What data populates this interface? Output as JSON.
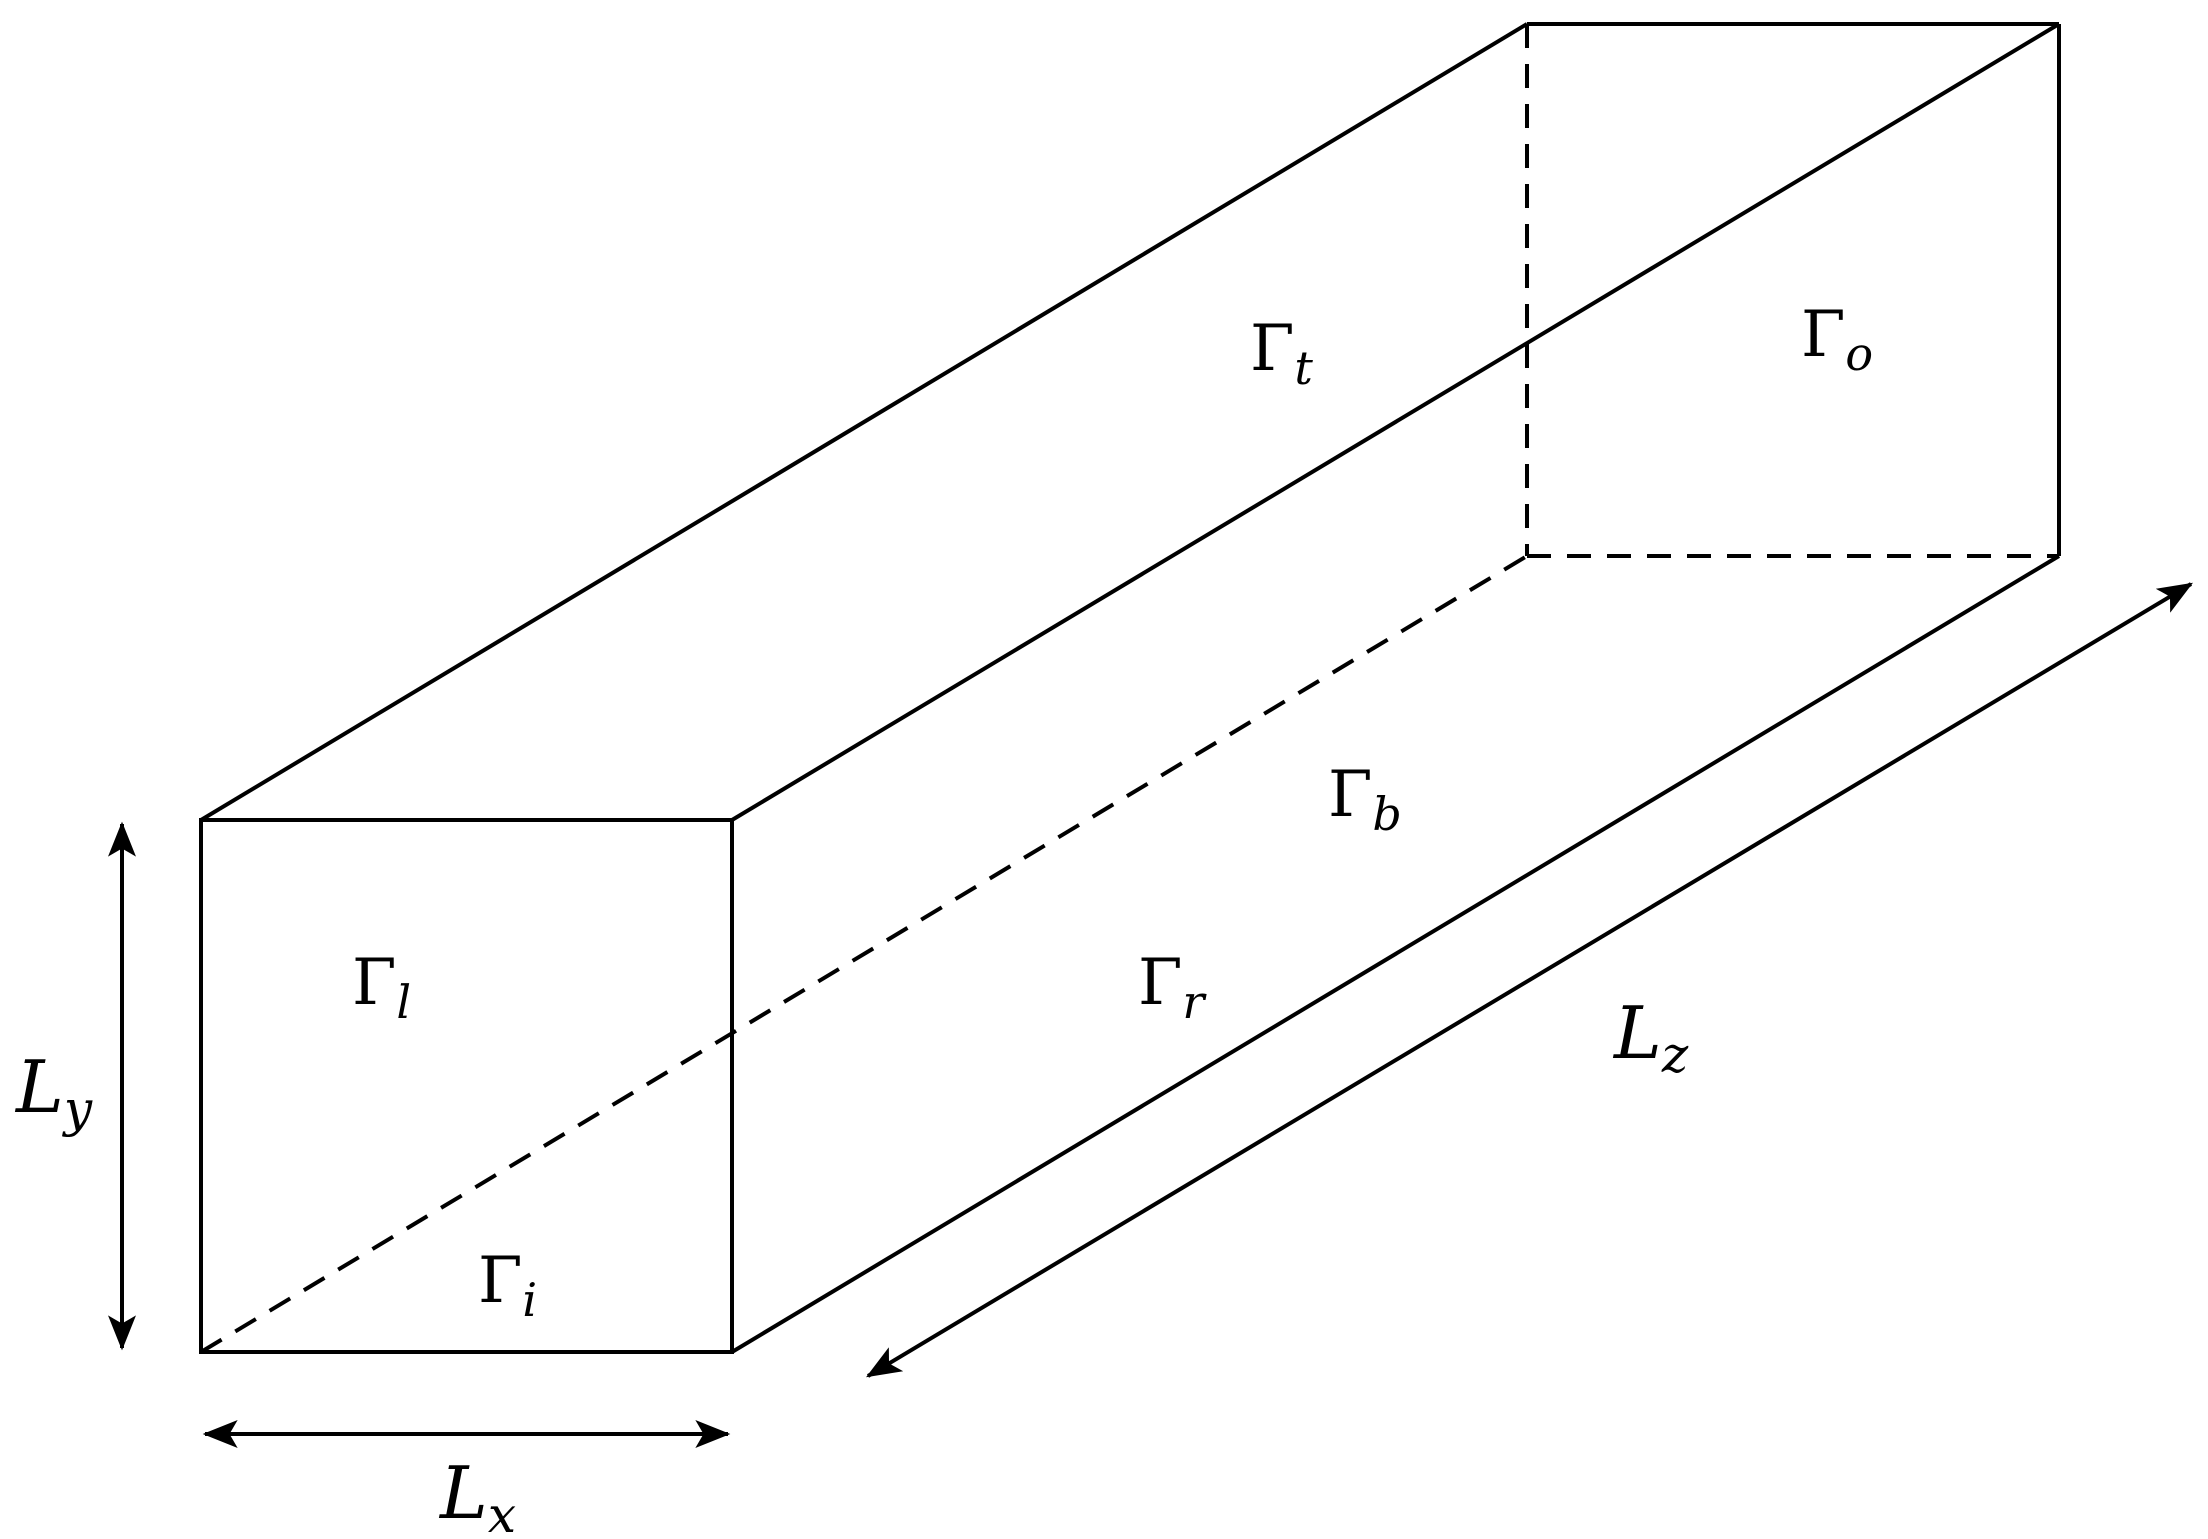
{
  "diagram": {
    "faces": [
      {
        "id": "left",
        "symbol": "Γ",
        "subscript": "l"
      },
      {
        "id": "inlet",
        "symbol": "Γ",
        "subscript": "i"
      },
      {
        "id": "top",
        "symbol": "Γ",
        "subscript": "t"
      },
      {
        "id": "outlet",
        "symbol": "Γ",
        "subscript": "o"
      },
      {
        "id": "bottom",
        "symbol": "Γ",
        "subscript": "b"
      },
      {
        "id": "right",
        "symbol": "Γ",
        "subscript": "r"
      }
    ],
    "dimensions": [
      {
        "id": "x",
        "symbol": "L",
        "subscript": "x"
      },
      {
        "id": "y",
        "symbol": "L",
        "subscript": "y"
      },
      {
        "id": "z",
        "symbol": "L",
        "subscript": "z"
      }
    ],
    "colors": {
      "line": "#000000",
      "background": "#ffffff"
    }
  }
}
